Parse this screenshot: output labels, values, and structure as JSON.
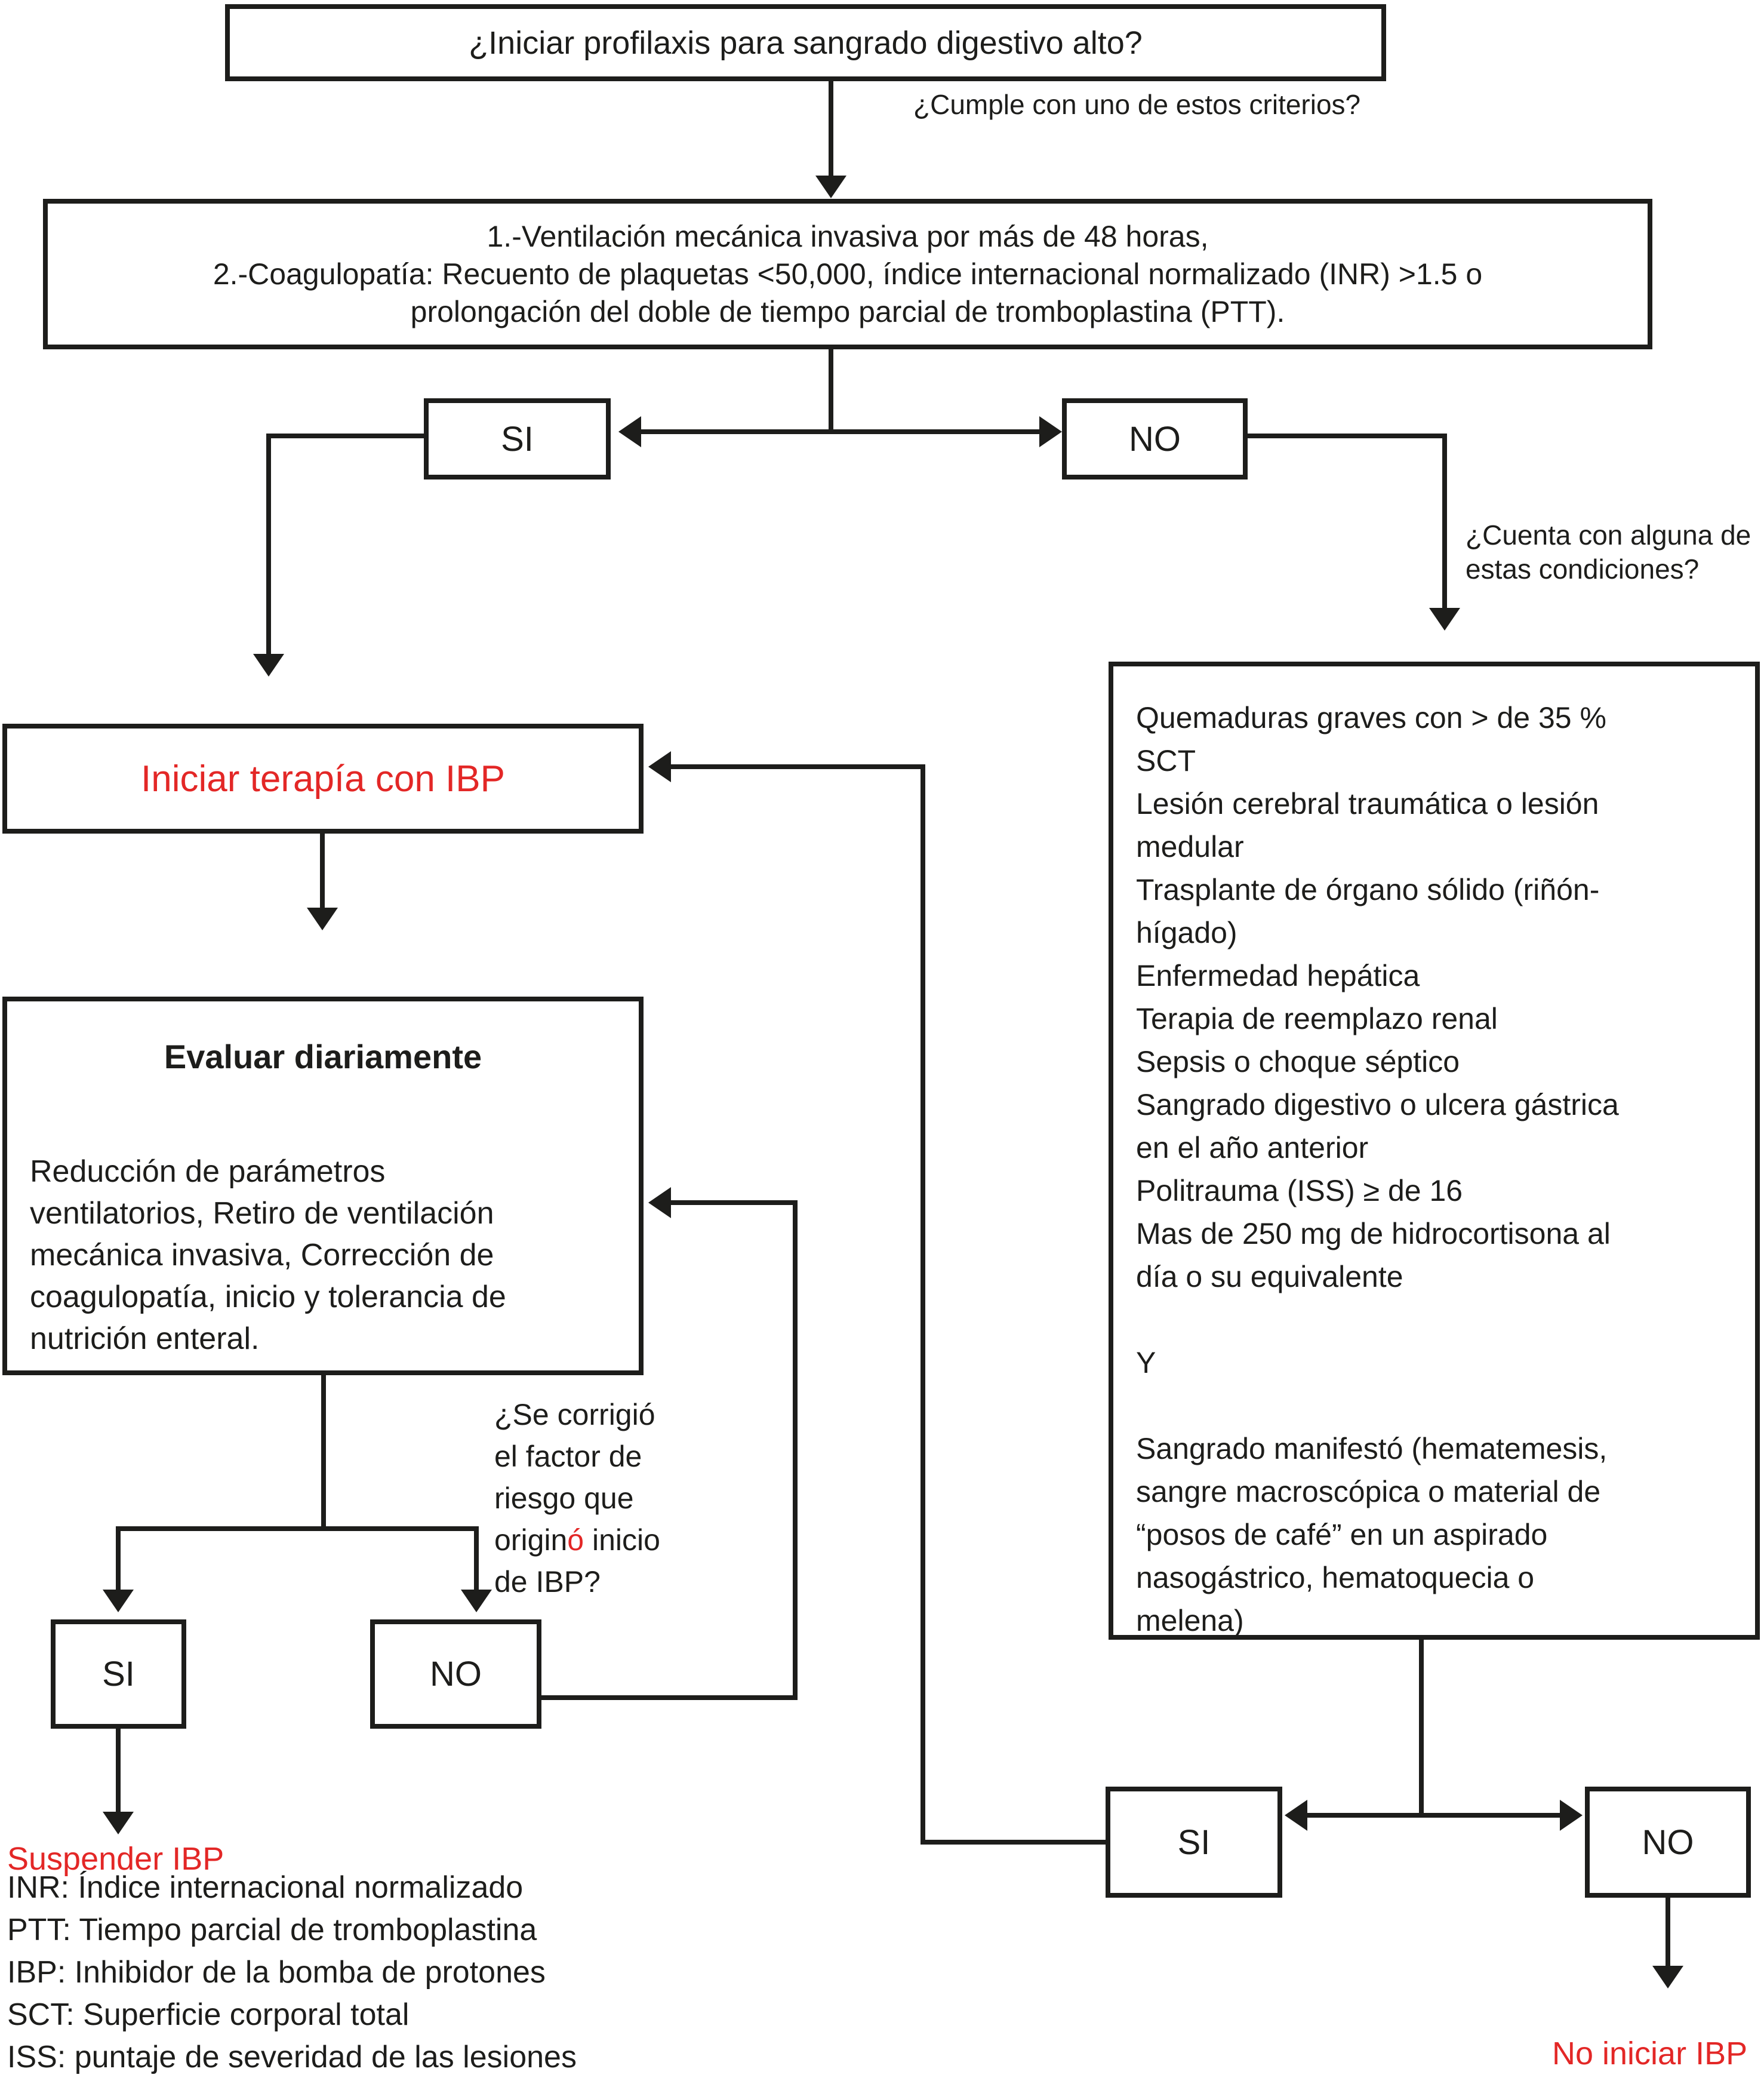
{
  "colors": {
    "line_black": "#1d1d1b",
    "accent_red": "#e32726",
    "background": "#ffffff"
  },
  "flow": {
    "title": "¿Iniciar profilaxis para sangrado digestivo alto?",
    "label_criterios": "¿Cumple con uno de estos criterios?",
    "criteria": "1.-Ventilación mecánica invasiva por más de 48 horas,\n2.-Coagulopatía: Recuento de plaquetas <50,000, índice internacional normalizado (INR) >1.5 o\nprolongación del doble de tiempo parcial de tromboplastina (PTT).",
    "top_si": "SI",
    "top_no": "NO",
    "label_condiciones": "¿Cuenta con alguna de\nestas condiciones?",
    "iniciar_ibp": "Iniciar terapía con IBP",
    "evaluar_title": "Evaluar diariamente",
    "evaluar_body": "Reducción de parámetros\nventilatorios, Retiro de ventilación\nmecánica invasiva, Corrección de\ncoagulopatía, inicio y tolerancia de\nnutrición enteral.",
    "condiciones": "Quemaduras graves con > de 35 %\nSCT\nLesión cerebral traumática o lesión\nmedular\nTrasplante de órgano sólido (riñón-\nhígado)\nEnfermedad hepática\nTerapia de reemplazo renal\nSepsis o choque séptico\nSangrado digestivo o ulcera gástrica\nen el año anterior\nPolitrauma (ISS) ≥ de 16\nMas de 250 mg de hidrocortisona al\ndía o su equivalente\n\nY\n\nSangrado manifestó (hematemesis,\nsangre macroscópica o material de\n“posos de café” en un aspirado\nnasogástrico, hematoquecia o\nmelena)",
    "corrigio_pre": "¿Se corrigió\nel factor de\nriesgo que\norigin",
    "corrigio_red": "ó",
    "corrigio_post": " inicio\nde IBP?",
    "mid_si": "SI",
    "mid_no": "NO",
    "suspender": "Suspender IBP",
    "bottom_si": "SI",
    "bottom_no": "NO",
    "no_iniciar": "No iniciar IBP",
    "legend": "INR: Índice internacional normalizado\nPTT: Tiempo parcial de tromboplastina\nIBP: Inhibidor de la bomba de protones\nSCT: Superficie corporal total\nISS: puntaje de severidad de las lesiones"
  }
}
